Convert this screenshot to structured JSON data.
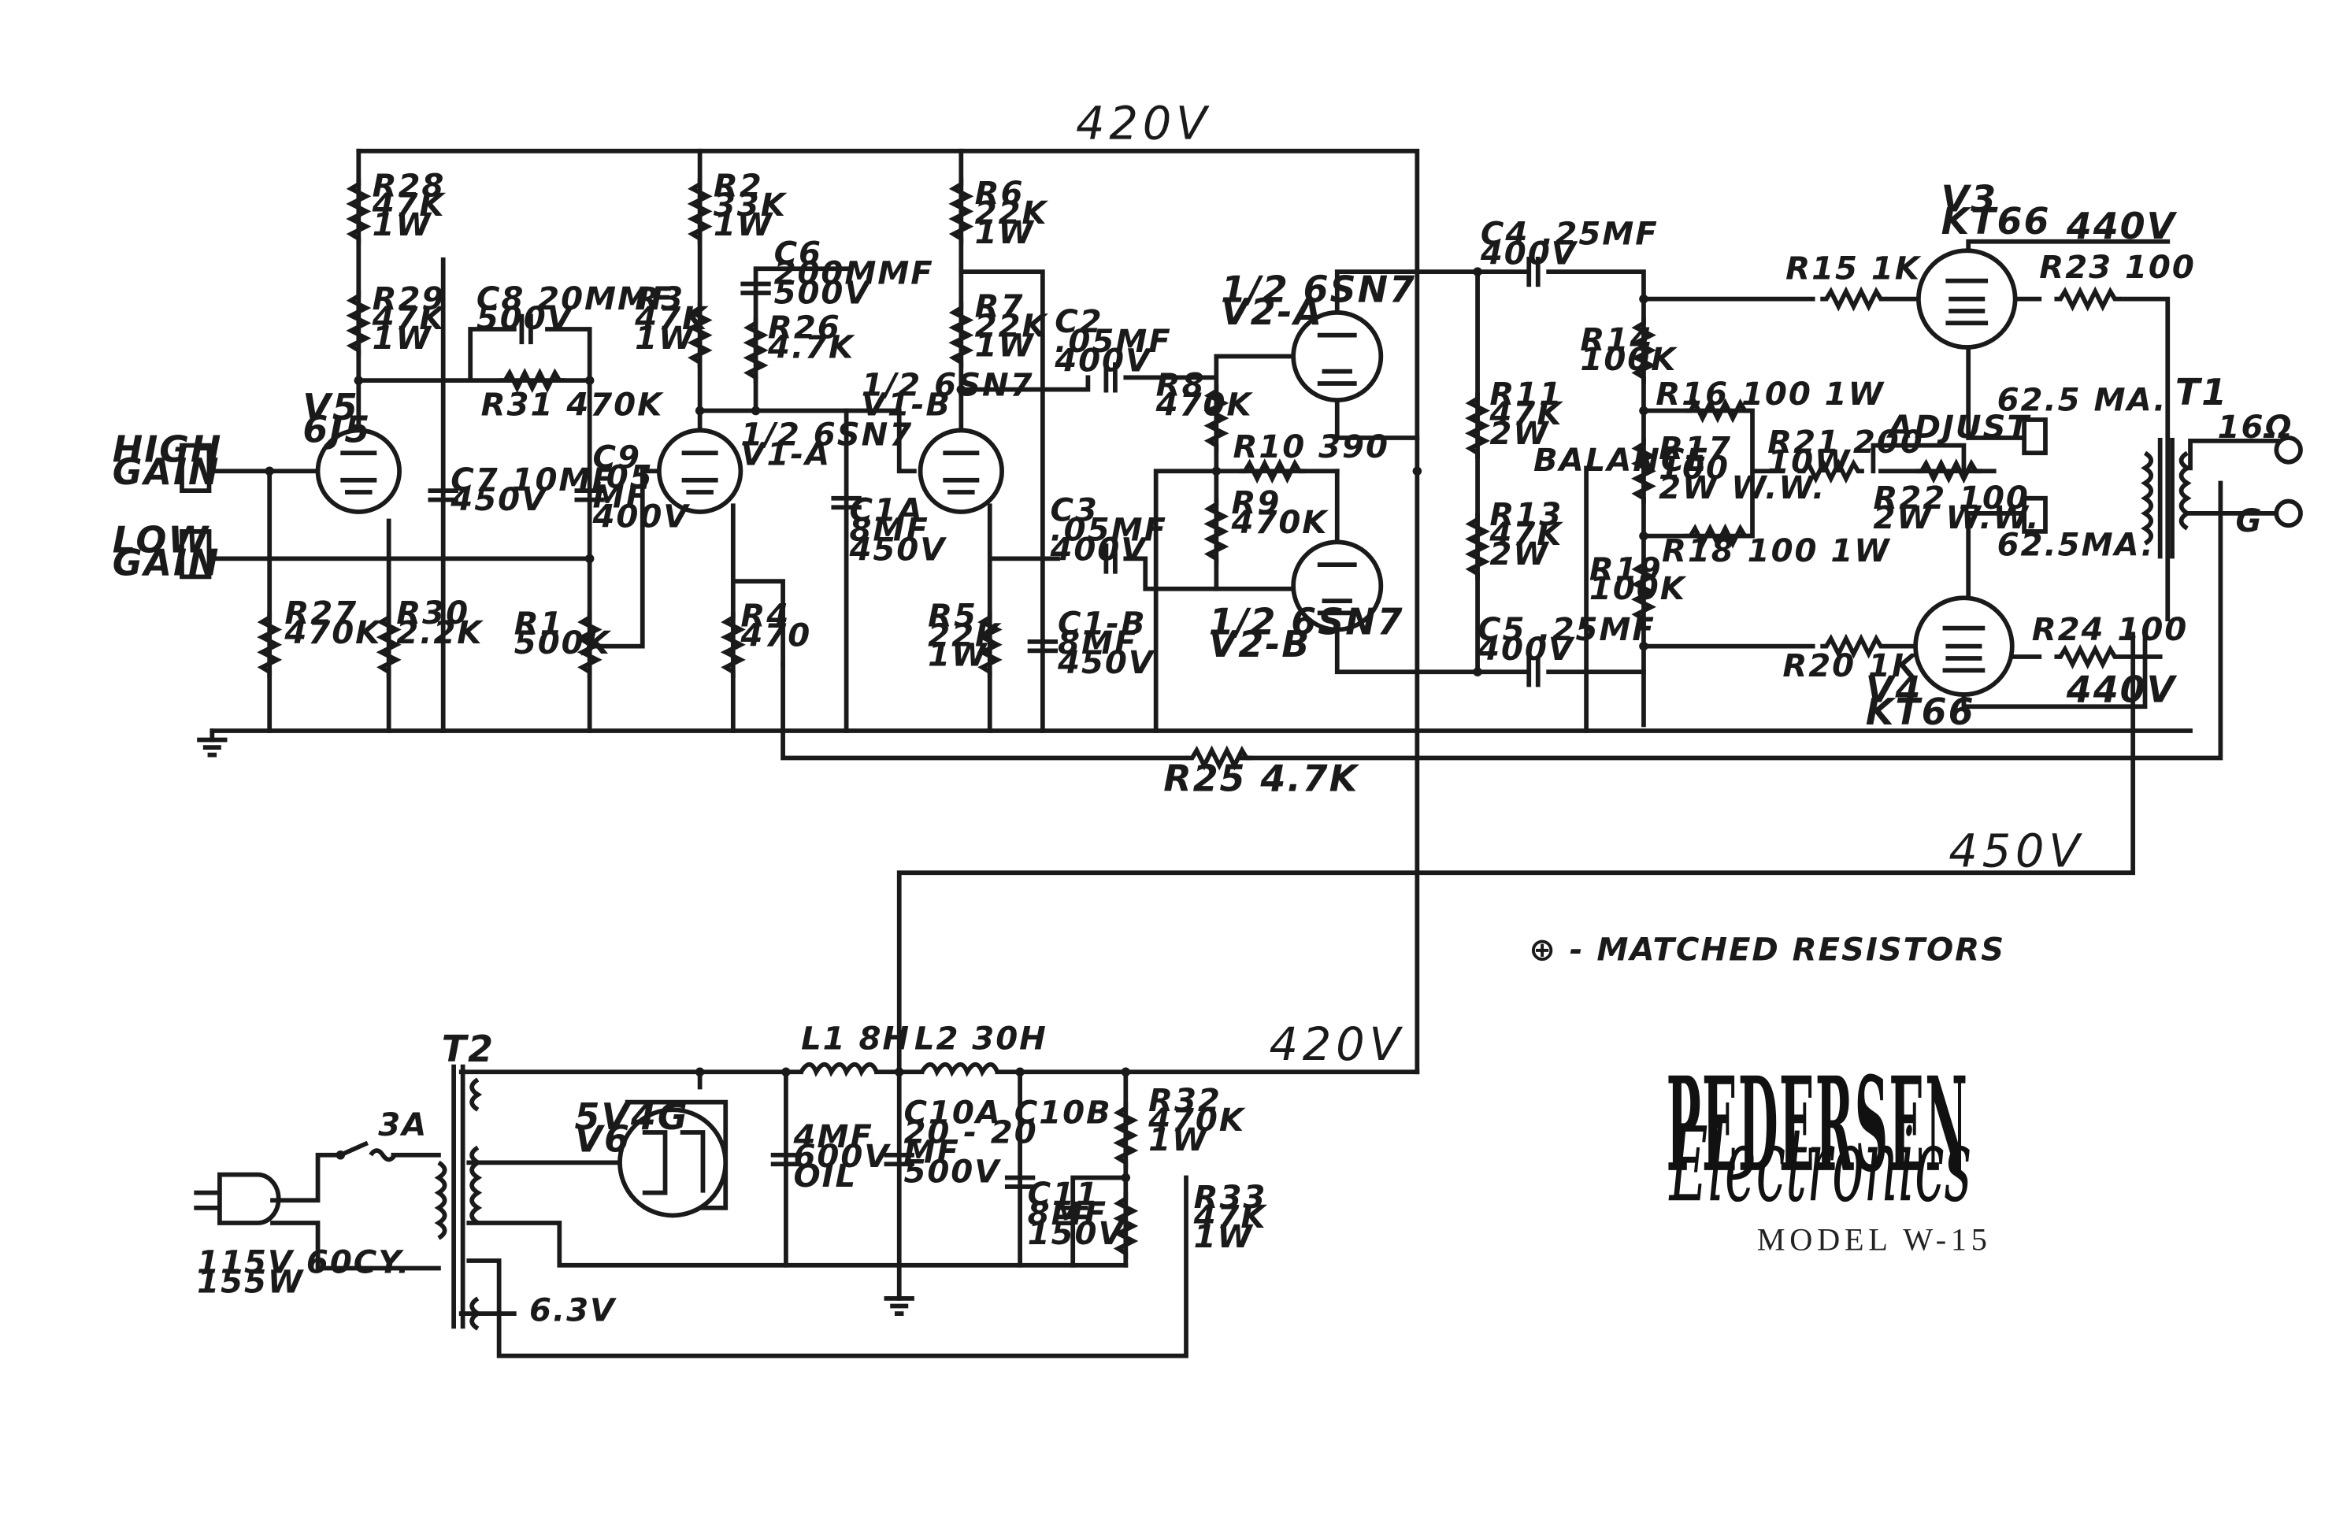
{
  "rails": {
    "b_plus_top": "420V",
    "b_plus_psu": "420V",
    "supply_450": "450V",
    "out_440_a": "440V",
    "out_440_b": "440V"
  },
  "inputs": {
    "high": "HIGH\nGAIN",
    "low": "LOW\nGAIN"
  },
  "tubes": {
    "v5": "V5\n6J5",
    "v1a": "1/2 6SN7\nV1-A",
    "v1b": "1/2 6SN7\nV1-B",
    "v2a": "1/2 6SN7\nV2-A",
    "v2b": "1/2 6SN7\nV2-B",
    "v3": "V3\nKT66",
    "v4": "V4\nKT66",
    "v6": "5V4G\nV6"
  },
  "resistors": {
    "r28": "R28\n47K\n1W",
    "r29": "R29\n47K\n1W",
    "r27": "R27\n470K",
    "r30": "R30\n2.2K",
    "r31": "R31 470K",
    "r1": "R1\n500K",
    "r2": "R2\n33K\n1W",
    "r3": "R3\n47K\n1W",
    "r26": "R26\n4.7K",
    "r4": "R4\n470",
    "r6": "R6\n22K\n1W",
    "r7": "R7\n22K\n1W",
    "r5": "R5\n22K\n1W",
    "r8": "R8\n470K",
    "r10": "R10 390",
    "r9": "R9\n470K",
    "r11": "R11\n47K\n2W",
    "r13": "R13\n47K\n2W",
    "r14": "R14\n100K",
    "r19": "R19\n100K",
    "r16": "R16 100 1W",
    "r17": "R17\n100\n2W W.W.",
    "r18": "R18 100 1W",
    "r21": "R21 200\n10W",
    "r22": "R22 100\n2W W.W.",
    "r15": "R15 1K",
    "r20": "R20 1K",
    "r23": "R23 100",
    "r24": "R24 100",
    "r25": "R25 4.7K",
    "r32": "R32\n470K\n1W",
    "r33": "R33\n47K\n1W"
  },
  "capacitors": {
    "c8": "C8 20MMF\n500V",
    "c7": "C7 10MF\n450V",
    "c9": "C9\n.05\nMF\n400V",
    "c6": "C6\n200MMF\n500V",
    "c1a": "C1A\n8MF\n450V",
    "c2": "C2\n.05MF\n400V",
    "c3": "C3\n.05MF\n400V",
    "c1b": "C1-B\n8MF\n450V",
    "c4": "C4 .25MF\n400V",
    "c5": "C5 .25MF\n400V",
    "c12": "4MF\n600V\nOIL",
    "c10": "C10A C10B\n20 - 20\nMF\n500V",
    "c11": "C11\n8MF\n150V"
  },
  "psu": {
    "t2": "T2",
    "fuse": "3A",
    "mains": "115V 60CY.\n155W",
    "heater": "6.3V",
    "l1": "L1 8H",
    "l2": "L2 30H"
  },
  "output": {
    "t1": "T1",
    "ohm16": "16Ω",
    "ground": "G",
    "ma_top": "62.5 MA.",
    "ma_bot": "62.5MA.",
    "adjust": "ADJUST",
    "balance": "BALANCE"
  },
  "legend": {
    "matched": "⊕ - MATCHED RESISTORS"
  },
  "branding": {
    "brand_top": "PEDERSEN",
    "brand_bottom": "Electronics",
    "model": "MODEL W-15"
  }
}
